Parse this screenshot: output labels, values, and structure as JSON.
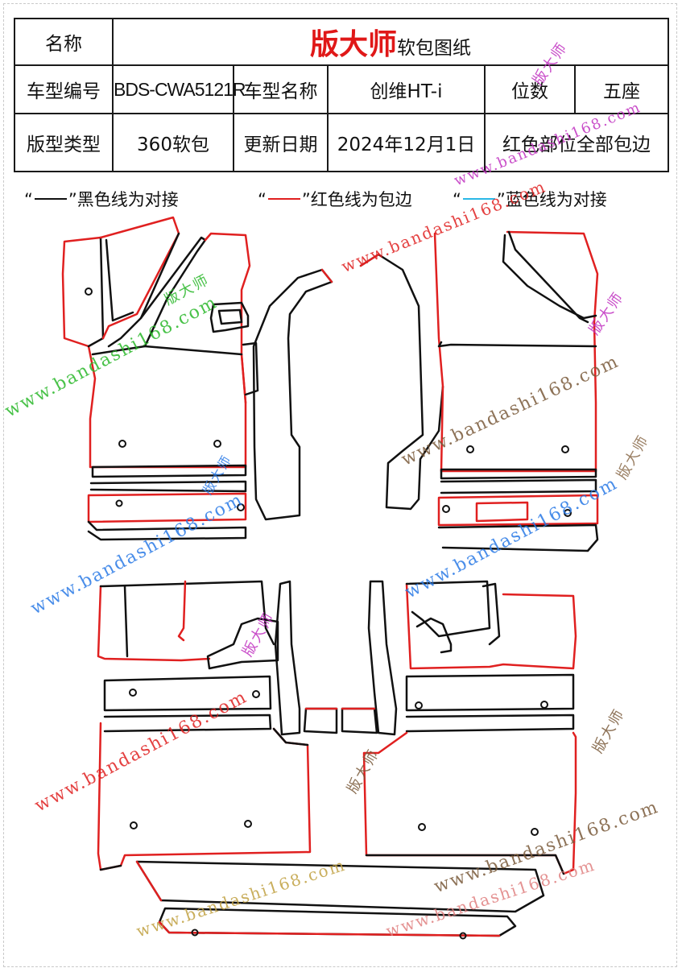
{
  "header": {
    "name_label": "名称",
    "brand": "版大师",
    "doc_type": "软包图纸",
    "model_code_label": "车型编号",
    "model_code": "BDS-CWA5121R",
    "model_name_label": "车型名称",
    "model_name": "创维HT-i",
    "seats_label": "位数",
    "seats": "五座",
    "pattern_type_label": "版型类型",
    "pattern_type": "360软包",
    "update_label": "更新日期",
    "update_date": "2024年12月1日",
    "note": "红色部位全部包边"
  },
  "legend": [
    {
      "quote_open": "“",
      "quote_close": "”",
      "text": "黑色线为对接",
      "color": "#111111"
    },
    {
      "quote_open": "“",
      "quote_close": "”",
      "text": "红色线为包边",
      "color": "#e02020"
    },
    {
      "quote_open": "“",
      "quote_close": "”",
      "text": "蓝色线为对接",
      "color": "#2ab8e6"
    }
  ],
  "watermark": {
    "url": "www.bandashi168.com",
    "brand": "版大师",
    "colors": [
      "#e02020",
      "#2ab82a",
      "#2a7ae6",
      "#c0a040",
      "#b030c0",
      "#7a5a3a"
    ]
  },
  "colors": {
    "black_line": "#111111",
    "red_line": "#e02020",
    "blue_line": "#2ab8e6"
  }
}
